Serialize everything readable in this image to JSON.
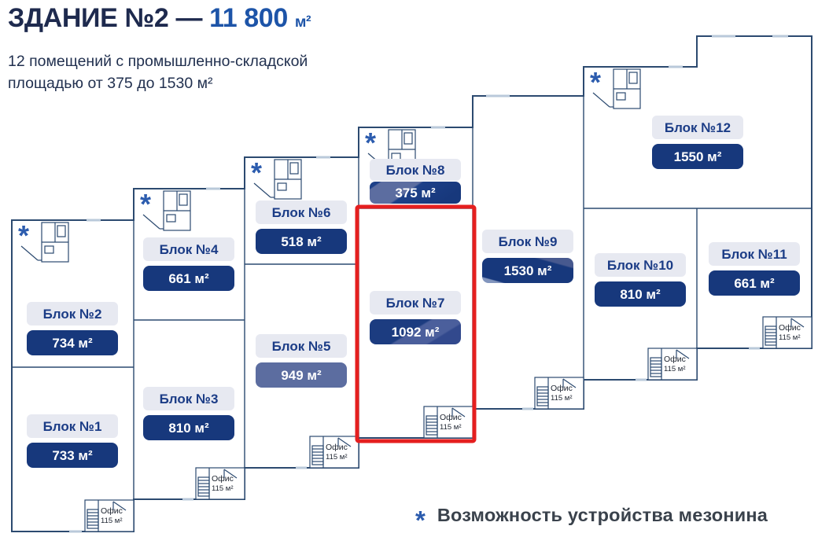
{
  "header": {
    "title_main": "ЗДАНИЕ №2 —",
    "title_area": "11 800",
    "title_unit": "м²",
    "subtitle_lines": [
      "12 помещений с промышленно-складской",
      "площадью от 375 до 1530 м²"
    ]
  },
  "plan": {
    "blocks": [
      {
        "name": "Блок №1",
        "area": "733 м²",
        "highlighted": false
      },
      {
        "name": "Блок №2",
        "area": "734 м²",
        "highlighted": false
      },
      {
        "name": "Блок №3",
        "area": "810 м²",
        "highlighted": false
      },
      {
        "name": "Блок №4",
        "area": "661 м²",
        "highlighted": false
      },
      {
        "name": "Блок №5",
        "area": "949 м²",
        "highlighted": false
      },
      {
        "name": "Блок №6",
        "area": "518 м²",
        "highlighted": false
      },
      {
        "name": "Блок №7",
        "area": "1092 м²",
        "highlighted": true
      },
      {
        "name": "Блок №8",
        "area": "375 м²",
        "highlighted": false
      },
      {
        "name": "Блок №9",
        "area": "1530 м²",
        "highlighted": false
      },
      {
        "name": "Блок №10",
        "area": "810 м²",
        "highlighted": false
      },
      {
        "name": "Блок №11",
        "area": "661 м²",
        "highlighted": false
      },
      {
        "name": "Блок №12",
        "area": "1550 м²",
        "highlighted": false
      }
    ],
    "office_label": "Офис",
    "office_area": "115 м²",
    "mezzanine_symbol": "*"
  },
  "legend": {
    "symbol": "*",
    "text": "Возможность устройства мезонина"
  },
  "colors": {
    "badge_navy": "#17387c",
    "badge_slate": "#5c6da0",
    "label_bg": "#e7e9f1",
    "label_text": "#1b3c86",
    "title_dark": "#1e2a4e",
    "title_accent": "#1d54a8",
    "wall": "#2c4a70",
    "highlight_red": "#e51f1f",
    "note_blue": "#2c5cae"
  }
}
